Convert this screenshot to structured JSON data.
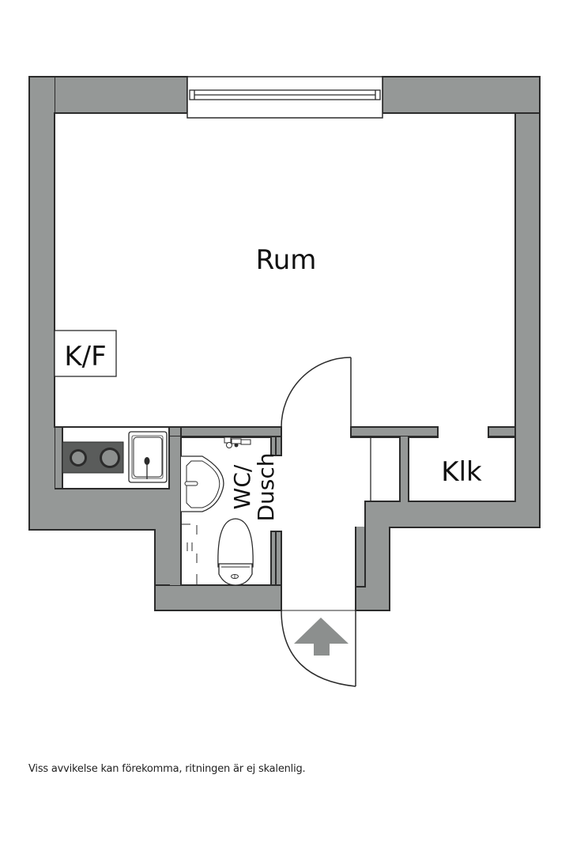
{
  "floorplan": {
    "rooms": [
      {
        "id": "rum",
        "label": "Rum"
      },
      {
        "id": "kf",
        "label": "K/F"
      },
      {
        "id": "klk",
        "label": "Klk"
      },
      {
        "id": "wc",
        "label_line1": "WC/",
        "label_line2": "Dusch"
      }
    ],
    "fixtures": [
      "window",
      "stove-hob",
      "kitchen-sink",
      "bathroom-sink",
      "toilet",
      "shower-mixer",
      "interior-door",
      "entrance-door",
      "entrance-arrow"
    ],
    "colors": {
      "wall": "#959897",
      "wall_outline": "#2b2b2b",
      "hob": "#5a5c5b",
      "arrow": "#8c8f8e",
      "background": "#ffffff"
    }
  },
  "footer": {
    "disclaimer": "Viss avvikelse kan förekomma, ritningen är ej skalenlig."
  }
}
